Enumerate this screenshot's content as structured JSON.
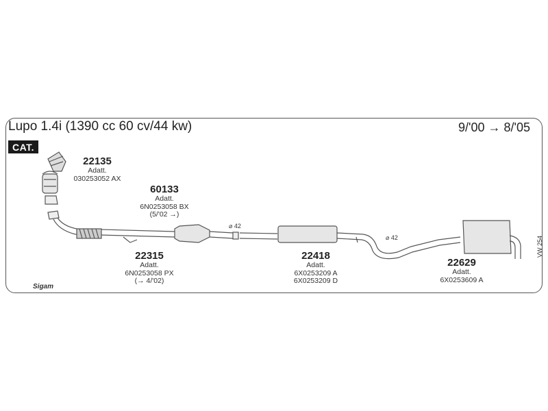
{
  "header": {
    "title": "Lupo 1.4i (1390 cc 60 cv/44 kw)",
    "years": "9/'00 → 8/'05",
    "cat_badge": "CAT."
  },
  "parts": [
    {
      "number": "22135",
      "label": "Adatt.",
      "codes": [
        "030253052 AX"
      ]
    },
    {
      "number": "60133",
      "label": "Adatt.",
      "codes": [
        "6N0253058 BX",
        "(5/'02 →)"
      ]
    },
    {
      "number": "22315",
      "label": "Adatt.",
      "codes": [
        "6N0253058 PX",
        "(→ 4/'02)"
      ]
    },
    {
      "number": "22418",
      "label": "Adatt.",
      "codes": [
        "6X0253209 A",
        "6X0253209 D"
      ]
    },
    {
      "number": "22629",
      "label": "Adatt.",
      "codes": [
        "6X0253609 A"
      ]
    }
  ],
  "pipe_labels": [
    "⌀ 42",
    "⌀ 42"
  ],
  "diagram_code": "VW 254",
  "brand_logo": "Sigam"
}
